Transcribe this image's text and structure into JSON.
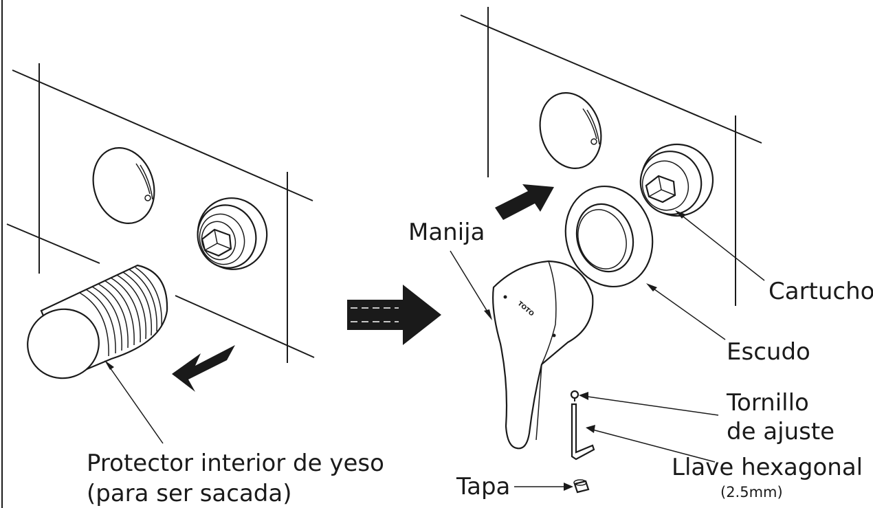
{
  "labels": {
    "protector_line1": "Protector interior de yeso",
    "protector_line2": "(para ser sacada)",
    "manija": "Manija",
    "tapa": "Tapa",
    "cartucho": "Cartucho",
    "escudo": "Escudo",
    "tornillo_line1": "Tornillo",
    "tornillo_line2": "de ajuste",
    "llave": "Llave hexagonal",
    "llave_size": "(2.5mm)",
    "handle_logo": "TOTO"
  },
  "icons": {
    "removal_arrow": "arrow-down-left-icon",
    "sequence_arrow": "arrow-right-icon",
    "install_arrow": "arrow-up-right-icon"
  },
  "colors": {
    "line": "#1a1a1a",
    "background": "#ffffff"
  }
}
